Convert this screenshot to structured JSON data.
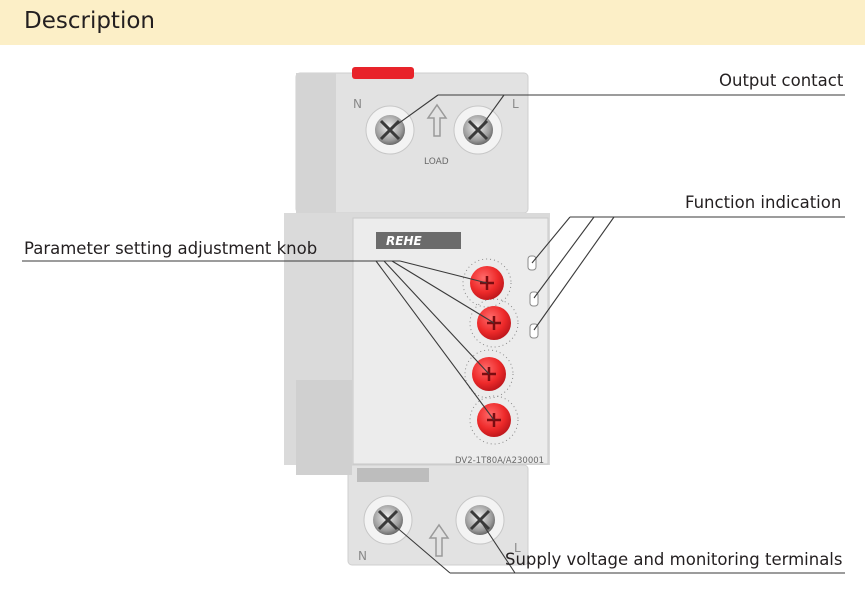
{
  "header": {
    "title": "Description",
    "background": "#fcefc7"
  },
  "callouts": {
    "output_contact": "Output contact",
    "function_indication": "Function indication",
    "parameter_knob": "Parameter setting adjustment knob",
    "supply_terminals": "Supply voltage and monitoring terminals"
  },
  "device": {
    "brand": "REHE",
    "model": "DV2-1T80A/A230001",
    "load_label": "LOAD",
    "terminal_top_left": "N",
    "terminal_top_right": "L",
    "terminal_bottom_left": "N",
    "terminal_bottom_right": "L",
    "knob_color": "#e8232a",
    "body_color": "#e3e3e3"
  }
}
